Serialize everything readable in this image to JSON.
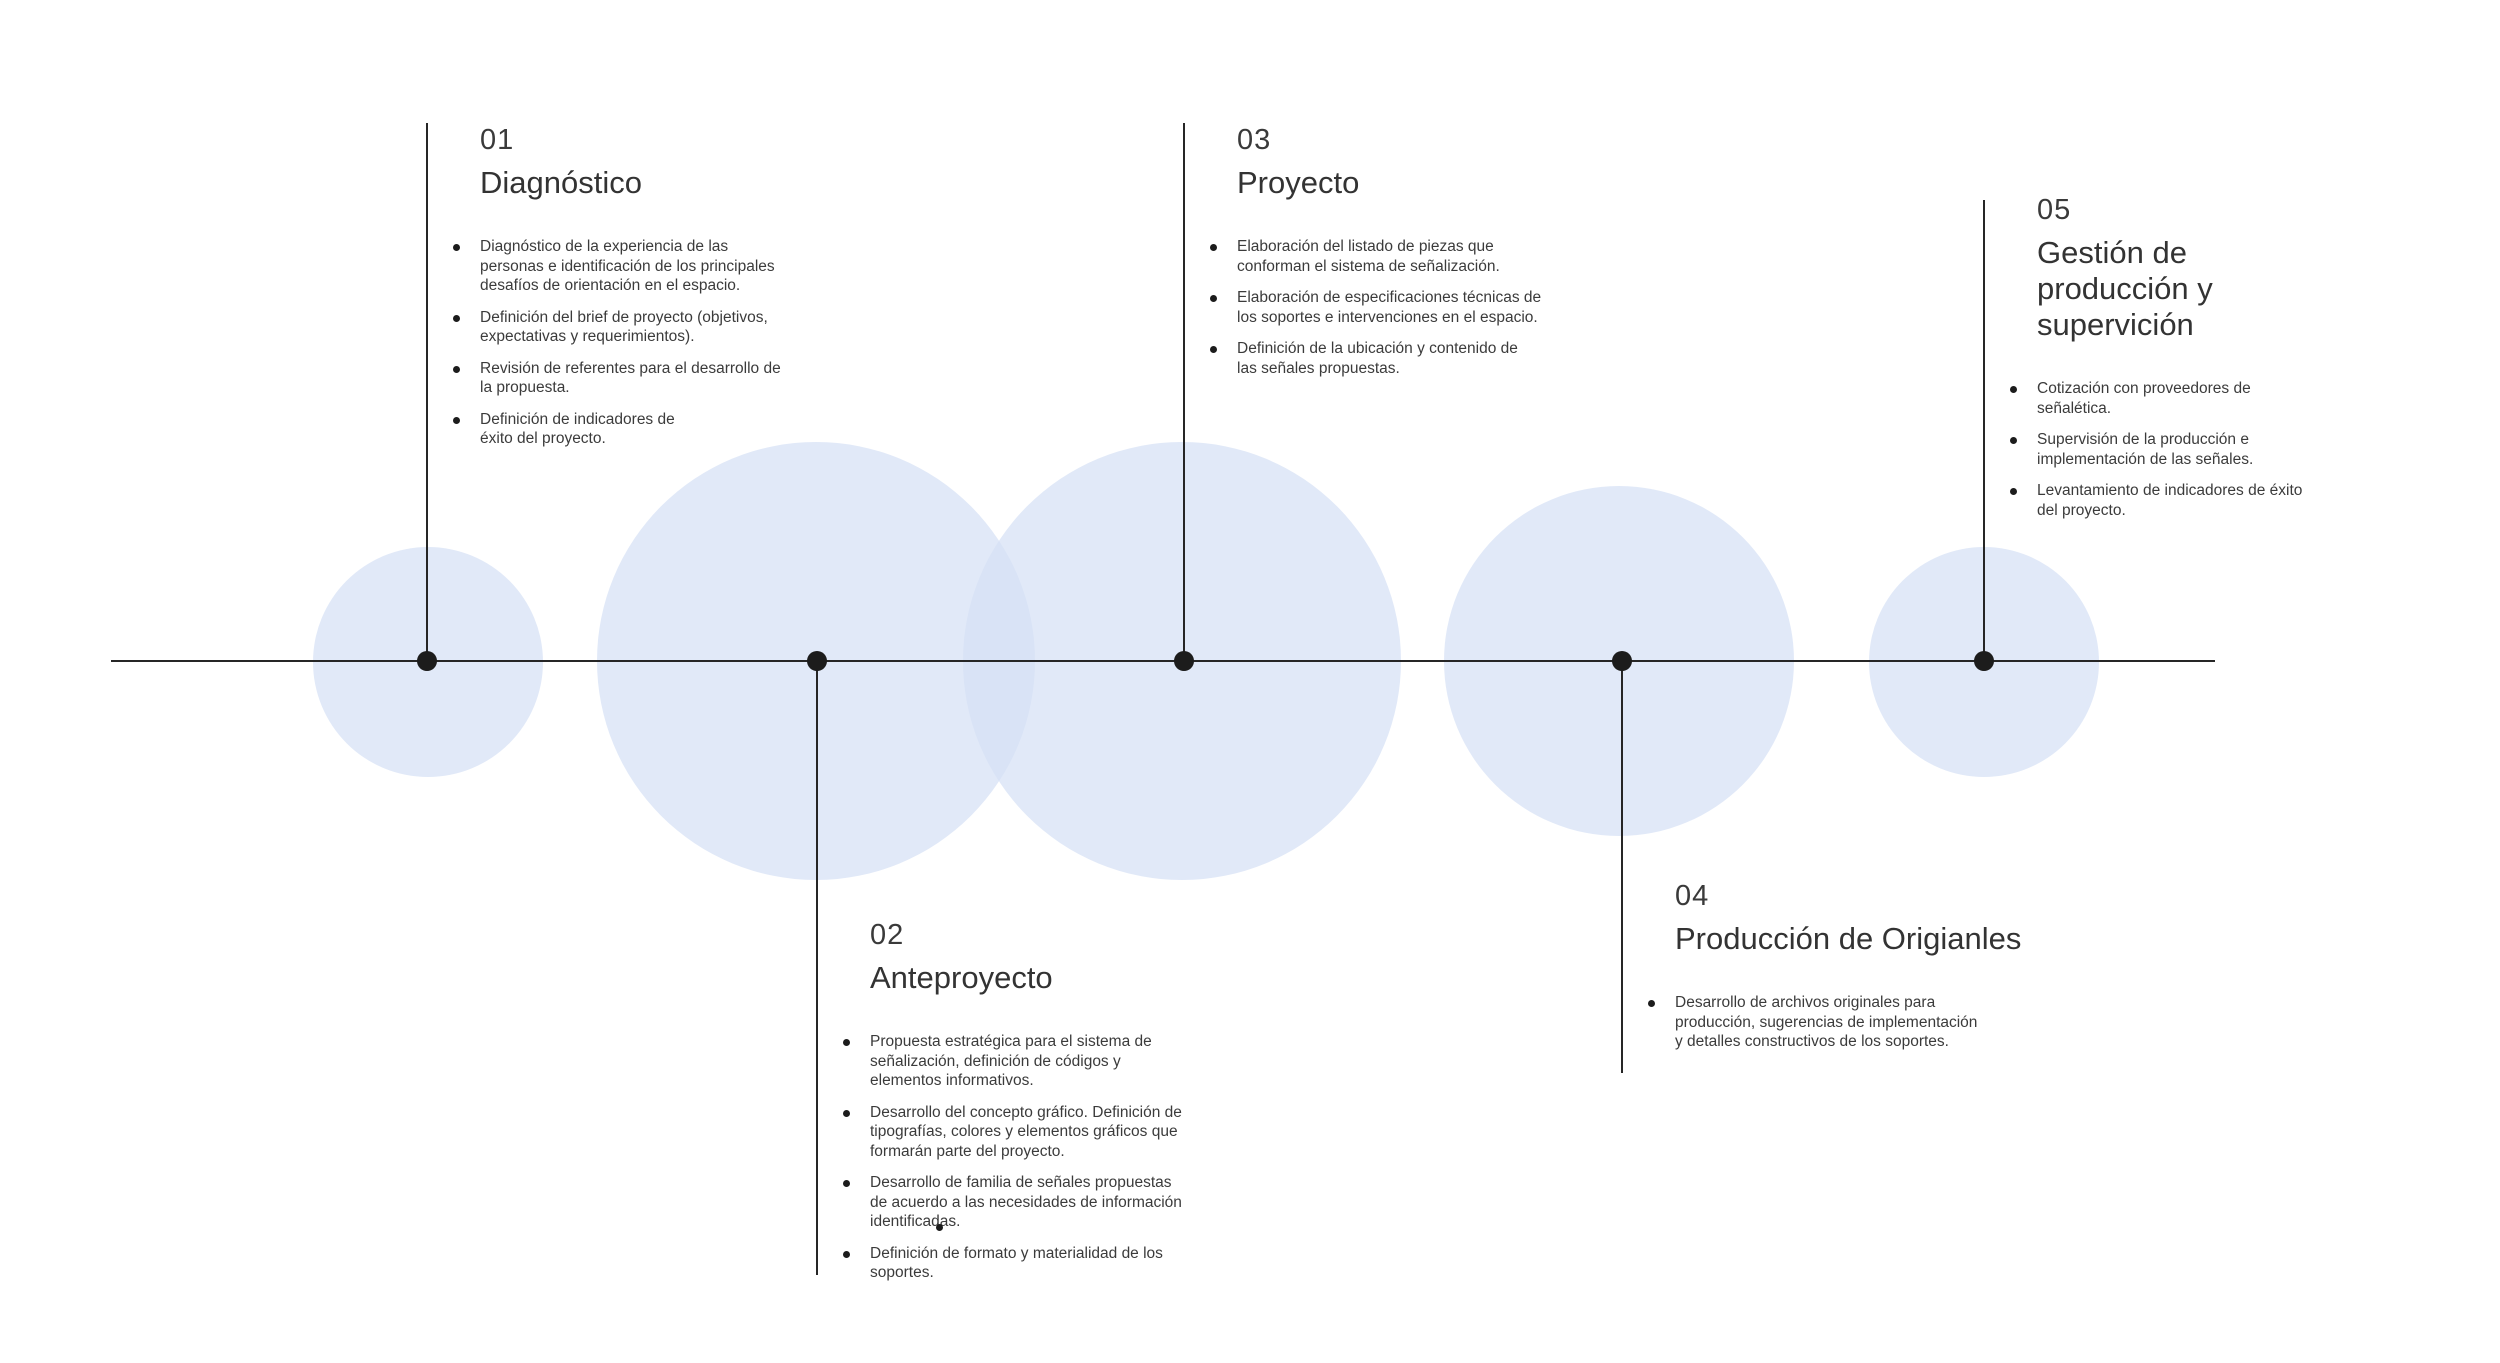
{
  "steps": [
    {
      "number": "01",
      "title": "Diagnóstico",
      "bullets": [
        "Diagnóstico de la experiencia de las personas e identificación de los principales desafíos de orientación en el espacio.",
        "Definición del brief de proyecto (objetivos, expectativas y requerimientos).",
        "Revisión de referentes para el desarrollo de la propuesta.",
        "Definición de indicadores de éxito del proyecto."
      ]
    },
    {
      "number": "02",
      "title": "Anteproyecto",
      "bullets": [
        "Propuesta estratégica para el sistema de señalización, definición de códigos y elementos informativos.",
        "Desarrollo del concepto gráfico. Definición de tipografías, colores y elementos gráficos que formarán parte del proyecto.",
        "Desarrollo de familia de señales propuestas de acuerdo a las necesidades de información identificadas.",
        "Definición de formato y materialidad de los soportes."
      ]
    },
    {
      "number": "03",
      "title": "Proyecto",
      "bullets": [
        "Elaboración del listado de piezas que conforman el sistema de señalización.",
        "Elaboración de especificaciones técnicas de los soportes e intervenciones en el espacio.",
        "Definición de la ubicación y contenido de las señales propuestas."
      ]
    },
    {
      "number": "04",
      "title": "Producción de Origianles",
      "bullets": [
        "Desarrollo de archivos originales para producción, sugerencias de implementación y detalles constructivos de los soportes."
      ]
    },
    {
      "number": "05",
      "title": "Gestión de producción y supervición",
      "bullets": [
        "Cotización con proveedores de señalética.",
        "Supervisión de la producción e implementación de las señales.",
        "Levantamiento de indicadores de éxito del proyecto."
      ]
    }
  ],
  "colors": {
    "circle": "#d5e0f5",
    "line": "#262626",
    "dot": "#1c1c1c",
    "text": "#3b3b3b"
  }
}
